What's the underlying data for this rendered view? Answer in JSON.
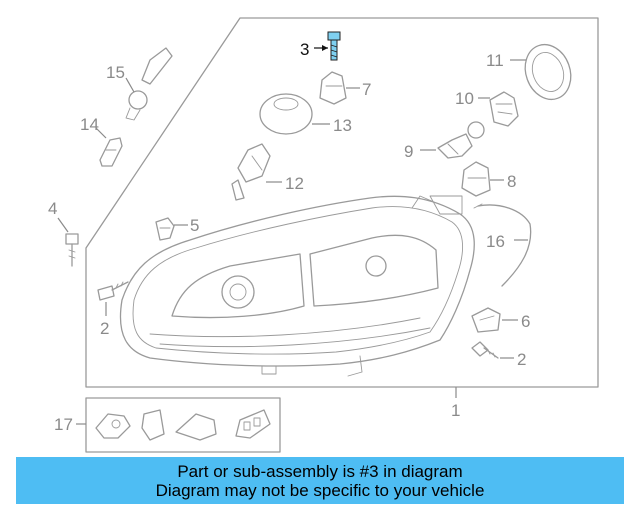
{
  "callouts": {
    "c1": "1",
    "c2a": "2",
    "c2b": "2",
    "c3": "3",
    "c4": "4",
    "c5": "5",
    "c6": "6",
    "c7": "7",
    "c8": "8",
    "c9": "9",
    "c10": "10",
    "c11": "11",
    "c12": "12",
    "c13": "13",
    "c14": "14",
    "c15": "15",
    "c16": "16",
    "c17": "17"
  },
  "highlight_color": "#7fd0f0",
  "banner": {
    "background": "#4ebdf3",
    "line1": "Part or sub-assembly is #3 in diagram",
    "line2": "Diagram may not be specific to your vehicle"
  }
}
